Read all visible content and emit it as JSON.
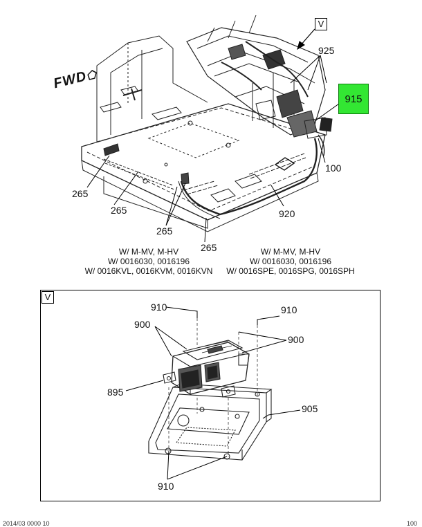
{
  "orientation_label": "FWD",
  "view_marker": "V",
  "highlight": {
    "label": "915",
    "color": "#33e633"
  },
  "callouts_main": {
    "c925": "925",
    "c100": "100",
    "c920": "920",
    "c265a": "265",
    "c265b": "265",
    "c265c": "265",
    "c265d": "265"
  },
  "captions": {
    "left": [
      "W/ M-MV, M-HV",
      "W/ 0016030, 0016196",
      "W/ 0016KVL, 0016KVM, 0016KVN"
    ],
    "right": [
      "W/ M-MV, M-HV",
      "W/ 0016030, 0016196",
      "W/ 0016SPE, 0016SPG, 0016SPH"
    ]
  },
  "detail": {
    "marker": "V",
    "callouts": {
      "c910a": "910",
      "c910b": "910",
      "c910c": "910",
      "c900a": "900",
      "c900b": "900",
      "c895": "895",
      "c905": "905"
    }
  },
  "footer": {
    "left": "2014/03 0000 10",
    "right": "100"
  }
}
